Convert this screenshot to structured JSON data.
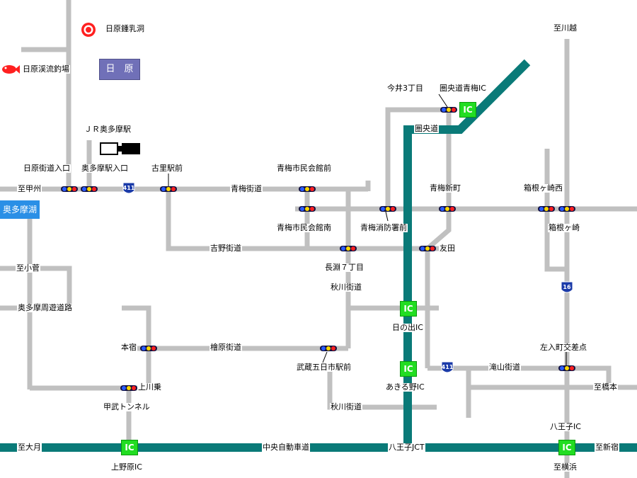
{
  "labels": {
    "cave": "日原鍾乳洞",
    "fishing": "日原渓流釣場",
    "hino_box": "日　原",
    "jr_station": "ＪＲ奥多摩駅",
    "hino_kaido_iriguchi": "日原街道入口",
    "okutama_eki_iriguchi": "奥多摩駅入口",
    "yoshino_ekimae": "古里駅前",
    "to_koshu": "至甲州",
    "ome_kaido": "青梅街道",
    "ome_shimin_n": "青梅市民会館前",
    "ome_shimin_s": "青梅市民会館南",
    "okutama_lake": "奥多摩湖",
    "yoshino_kaido": "吉野街道",
    "nagabuchi": "長淵７丁目",
    "ome_shobo": "青梅消防署前",
    "tomoda": "友田",
    "imai": "今井3丁目",
    "kenodo_ome_ic": "圏央道青梅IC",
    "kenodo": "圏央道",
    "ome_shinmachi": "青梅新町",
    "hakonegasaki_w": "箱根ヶ崎西",
    "hakonegasaki": "箱根ヶ崎",
    "to_kawagoe": "至川越",
    "to_kosuge": "至小菅",
    "okutama_shuyu": "奥多摩周遊道路",
    "akigawa_kaido_1": "秋川街道",
    "hinode_ic": "日の出IC",
    "motojuku": "本宿",
    "hinohara_kaido": "檜原街道",
    "musashi_itsukaichi": "武蔵五日市駅前",
    "akiruno_ic": "あきる野IC",
    "takiyama_kaido": "滝山街道",
    "sanyu": "左入町交差点",
    "kamikawanori": "上川乗",
    "koubu_tunnel": "甲武トンネル",
    "akigawa_kaido_2": "秋川街道",
    "to_hashimoto": "至橋本",
    "hachioji_ic": "八王子IC",
    "to_otsuki": "至大月",
    "chuo_expressway": "中央自動車道",
    "hachioji_jct": "八王子JCT",
    "to_shinjuku": "至新宿",
    "uenohara_ic": "上野原IC",
    "to_yokohama": "至横浜"
  },
  "ic_badge": "IC",
  "route_numbers": {
    "r411": "411",
    "r16": "16"
  },
  "icons": {
    "cave": "target-circle-icon",
    "fishing": "fish-icon",
    "station": "train-icon",
    "signal": "traffic-signal-icon",
    "route": "route-shield-icon"
  },
  "colors": {
    "road": "#c0c0c0",
    "expressway": "#0a7a78",
    "ic_badge": "#22dd22",
    "lake": "#2a8fe6",
    "place_box": "#7070b8"
  }
}
